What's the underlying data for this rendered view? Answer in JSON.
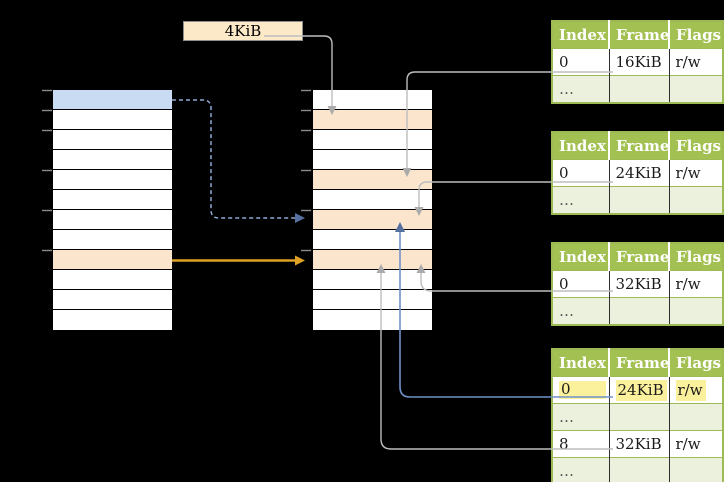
{
  "label": {
    "text": "4KiB"
  },
  "memory": {
    "left_column": {
      "fills": [
        "blue",
        "white",
        "white",
        "white",
        "white",
        "white",
        "white",
        "white",
        "peach",
        "white",
        "white",
        "white"
      ]
    },
    "middle_column": {
      "fills": [
        "white",
        "peach",
        "white",
        "white",
        "peach",
        "white",
        "peach",
        "white",
        "peach",
        "white",
        "white",
        "white"
      ]
    }
  },
  "tables": [
    {
      "header": [
        "Index",
        "Frame",
        "Flags"
      ],
      "rows": [
        {
          "cells": [
            "0",
            "16KiB",
            "r/w"
          ]
        },
        {
          "cells": [
            "…",
            "",
            ""
          ]
        }
      ]
    },
    {
      "header": [
        "Index",
        "Frame",
        "Flags"
      ],
      "rows": [
        {
          "cells": [
            "0",
            "24KiB",
            "r/w"
          ]
        },
        {
          "cells": [
            "…",
            "",
            ""
          ]
        }
      ]
    },
    {
      "header": [
        "Index",
        "Frame",
        "Flags"
      ],
      "rows": [
        {
          "cells": [
            "0",
            "32KiB",
            "r/w"
          ]
        },
        {
          "cells": [
            "…",
            "",
            ""
          ]
        }
      ]
    },
    {
      "header": [
        "Index",
        "Frame",
        "Flags"
      ],
      "rows": [
        {
          "cells": [
            "0",
            "24KiB",
            "r/w"
          ],
          "highlighted": true
        },
        {
          "cells": [
            "…",
            "",
            ""
          ]
        },
        {
          "cells": [
            "8",
            "32KiB",
            "r/w"
          ]
        },
        {
          "cells": [
            "…",
            "",
            ""
          ]
        }
      ]
    }
  ],
  "colors": {
    "background": "#000000",
    "row_peach": "#FBE5CD",
    "row_blue": "#C9DBF2",
    "label_bg": "#FCE9C8",
    "table_header_green": "#A3C052",
    "table_border_green": "#9DBA55",
    "table_row_light_green": "#EBF1DC",
    "highlight_yellow": "#FBF09B",
    "arrow_gray": "#B9B9B9",
    "arrow_blue": "#7191C9",
    "arrow_dashed_blue": "#8FA9D6",
    "arrow_orange": "#DFA126"
  }
}
